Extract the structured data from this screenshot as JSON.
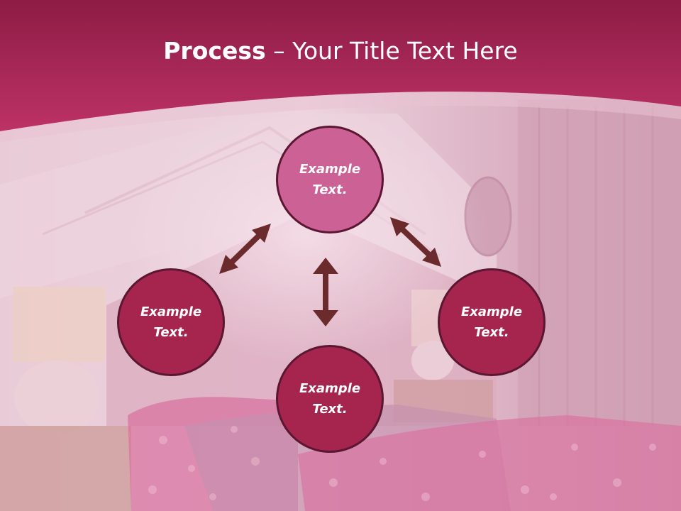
{
  "slide": {
    "title_bold": "Process",
    "title_rest": " – Your Title Text Here"
  },
  "nodes": {
    "top": "Example\nText.",
    "left": "Example\nText.",
    "right": "Example\nText.",
    "bottom": "Example\nText."
  },
  "colors": {
    "header": "#a92556",
    "node_highlight": "#cc6196",
    "node_fill": "#a6254f",
    "node_border": "#5b1631",
    "arrow": "#6b2a2c"
  }
}
